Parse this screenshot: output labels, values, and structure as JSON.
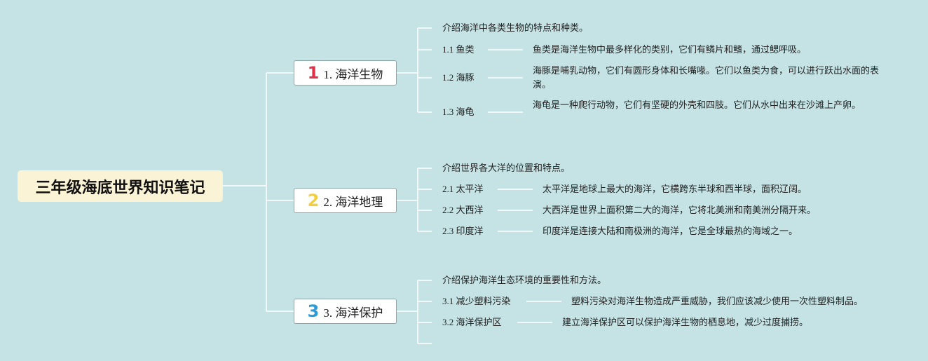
{
  "root": {
    "title": "三年级海底世界知识笔记"
  },
  "branches": [
    {
      "number": "1",
      "label": "1. 海洋生物",
      "intro": "介绍海洋中各类生物的特点和种类。",
      "items": [
        {
          "label": "1.1 鱼类",
          "desc": "鱼类是海洋生物中最多样化的类别，它们有鳞片和鳍，通过鳃呼吸。"
        },
        {
          "label": "1.2 海豚",
          "desc": "海豚是哺乳动物，它们有圆形身体和长嘴喙。它们以鱼类为食，可以进行跃出水面的表演。"
        },
        {
          "label": "1.3 海龟",
          "desc": "海龟是一种爬行动物，它们有坚硬的外壳和四肢。它们从水中出来在沙滩上产卵。"
        }
      ]
    },
    {
      "number": "2",
      "label": "2. 海洋地理",
      "intro": "介绍世界各大洋的位置和特点。",
      "items": [
        {
          "label": "2.1 太平洋",
          "desc": "太平洋是地球上最大的海洋，它横跨东半球和西半球，面积辽阔。"
        },
        {
          "label": "2.2 大西洋",
          "desc": "大西洋是世界上面积第二大的海洋，它将北美洲和南美洲分隔开来。"
        },
        {
          "label": "2.3 印度洋",
          "desc": "印度洋是连接大陆和南极洲的海洋，它是全球最热的海域之一。"
        }
      ]
    },
    {
      "number": "3",
      "label": "3. 海洋保护",
      "intro": "介绍保护海洋生态环境的重要性和方法。",
      "items": [
        {
          "label": "3.1 减少塑料污染",
          "desc": "塑料污染对海洋生物造成严重威胁，我们应该减少使用一次性塑料制品。"
        },
        {
          "label": "3.2 海洋保护区",
          "desc": "建立海洋保护区可以保护海洋生物的栖息地，减少过度捕捞。"
        }
      ]
    }
  ],
  "colors": {
    "background": "#c5e3e5",
    "root_fill": "#fbf3d6",
    "connector": "#ffffff"
  }
}
